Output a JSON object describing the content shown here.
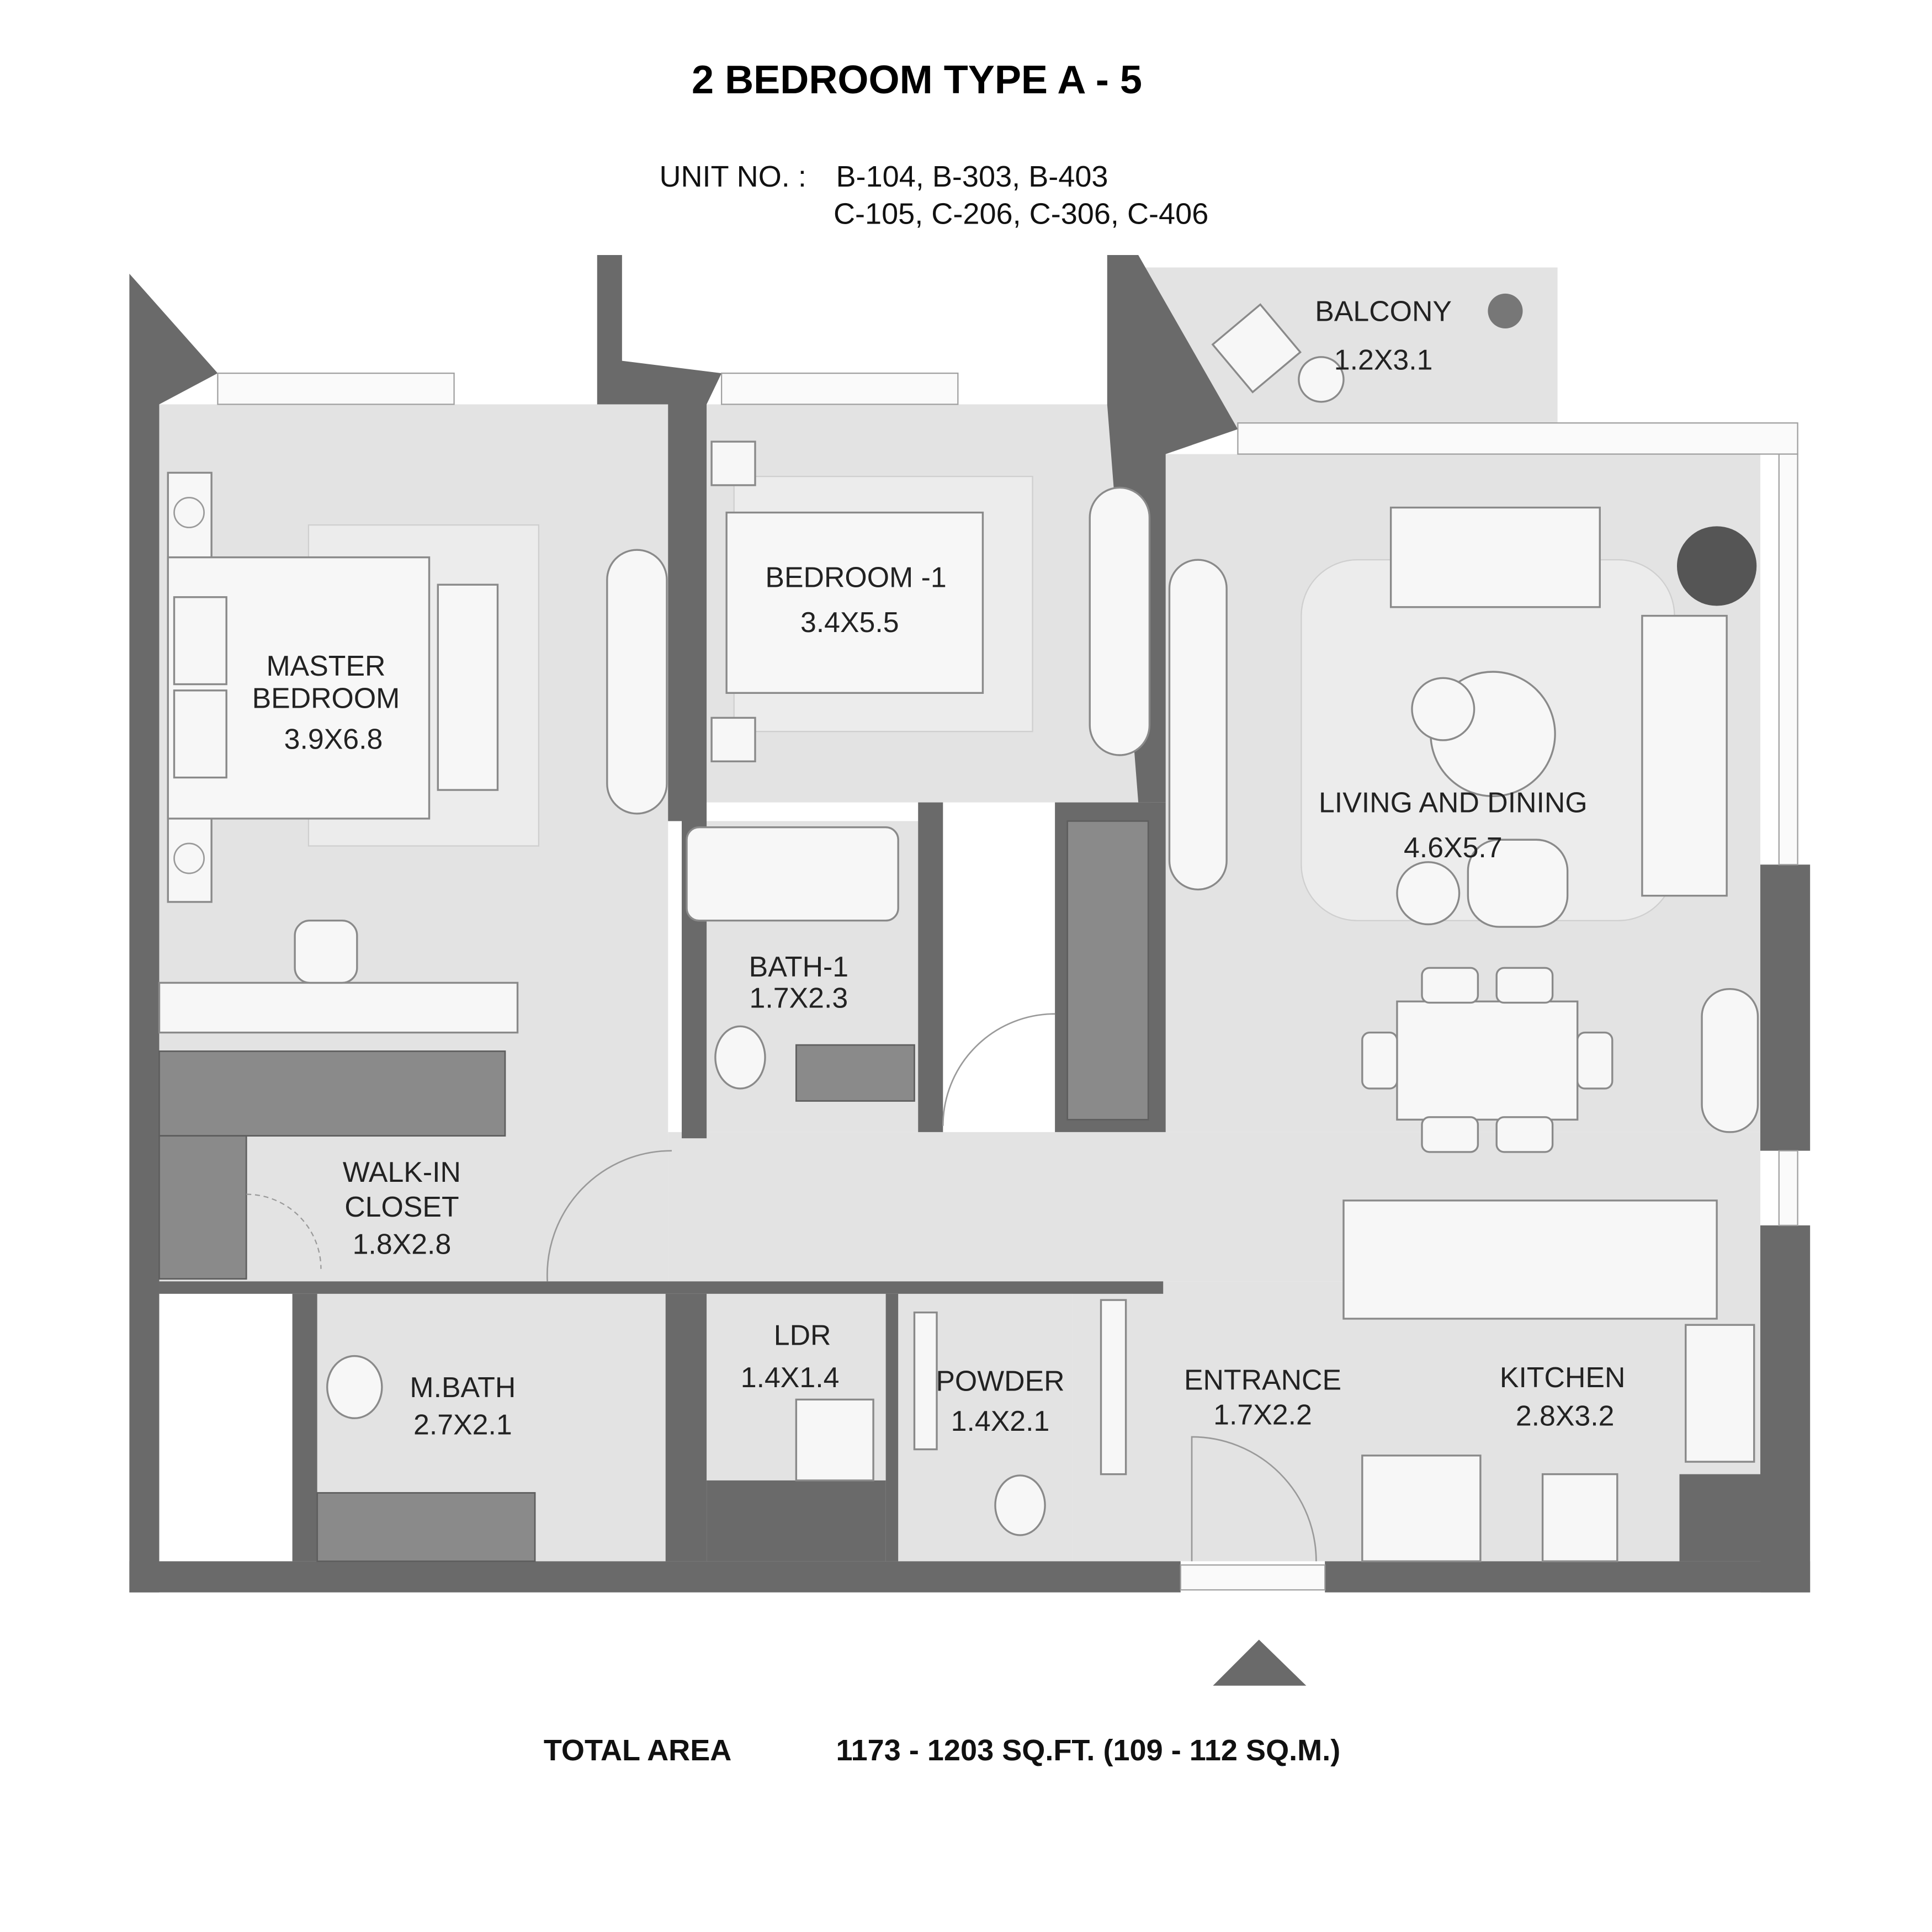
{
  "header": {
    "title": "2 BEDROOM TYPE A - 5",
    "unit_label": "UNIT NO. :",
    "unit_line1": "B-104, B-303, B-403",
    "unit_line2": "C-105, C-206, C-306, C-406"
  },
  "rooms": {
    "master": {
      "name_line1": "MASTER",
      "name_line2": "BEDROOM",
      "size": "3.9X6.8"
    },
    "bedroom1": {
      "name": "BEDROOM -1",
      "size": "3.4X5.5"
    },
    "balcony": {
      "name": "BALCONY",
      "size": "1.2X3.1"
    },
    "living": {
      "name": "LIVING AND DINING",
      "size": "4.6X5.7"
    },
    "bath1": {
      "name": "BATH-1",
      "size": "1.7X2.3"
    },
    "closet": {
      "name_line1": "WALK-IN",
      "name_line2": "CLOSET",
      "size": "1.8X2.8"
    },
    "ldr": {
      "name": "LDR",
      "size": "1.4X1.4"
    },
    "mbath": {
      "name": "M.BATH",
      "size": "2.7X2.1"
    },
    "powder": {
      "name": "POWDER",
      "size": "1.4X2.1"
    },
    "entrance": {
      "name": "ENTRANCE",
      "size": "1.7X2.2"
    },
    "kitchen": {
      "name": "KITCHEN",
      "size": "2.8X3.2"
    }
  },
  "footer": {
    "total_area_label": "TOTAL AREA",
    "total_area_value": "1173 - 1203 SQ.FT. (109 - 112 SQ.M.)"
  },
  "colors": {
    "wall": "#6a6a6a",
    "floor": "#e3e3e3"
  }
}
